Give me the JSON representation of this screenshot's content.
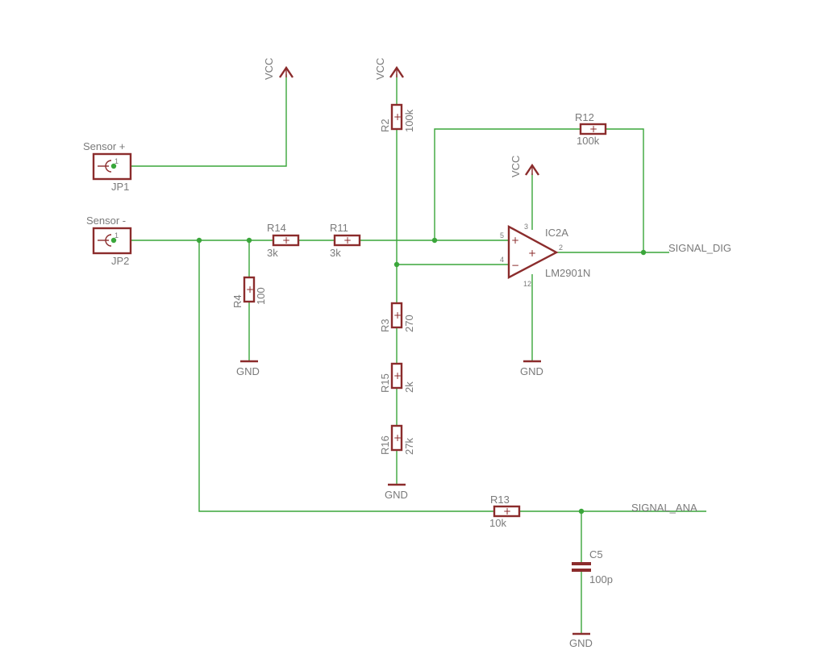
{
  "supply": {
    "vcc": "VCC",
    "gnd": "GND"
  },
  "connectors": {
    "jp1": {
      "ref": "JP1",
      "label": "Sensor +",
      "pin": "1"
    },
    "jp2": {
      "ref": "JP2",
      "label": "Sensor -",
      "pin": "1"
    }
  },
  "resistors": {
    "r2": {
      "ref": "R2",
      "value": "100k"
    },
    "r3": {
      "ref": "R3",
      "value": "270"
    },
    "r4": {
      "ref": "R4",
      "value": "100"
    },
    "r11": {
      "ref": "R11",
      "value": "3k"
    },
    "r12": {
      "ref": "R12",
      "value": "100k"
    },
    "r13": {
      "ref": "R13",
      "value": "10k"
    },
    "r14": {
      "ref": "R14",
      "value": "3k"
    },
    "r15": {
      "ref": "R15",
      "value": "2k"
    },
    "r16": {
      "ref": "R16",
      "value": "27k"
    }
  },
  "capacitor": {
    "ref": "C5",
    "value": "100p"
  },
  "opamp": {
    "ref": "IC2A",
    "value": "LM2901N",
    "pins": {
      "non_inv": "5",
      "inv": "4",
      "out": "2",
      "vcc": "3",
      "gnd": "12"
    }
  },
  "nets": {
    "digital": "SIGNAL_DIG",
    "analog": "SIGNAL_ANA"
  }
}
